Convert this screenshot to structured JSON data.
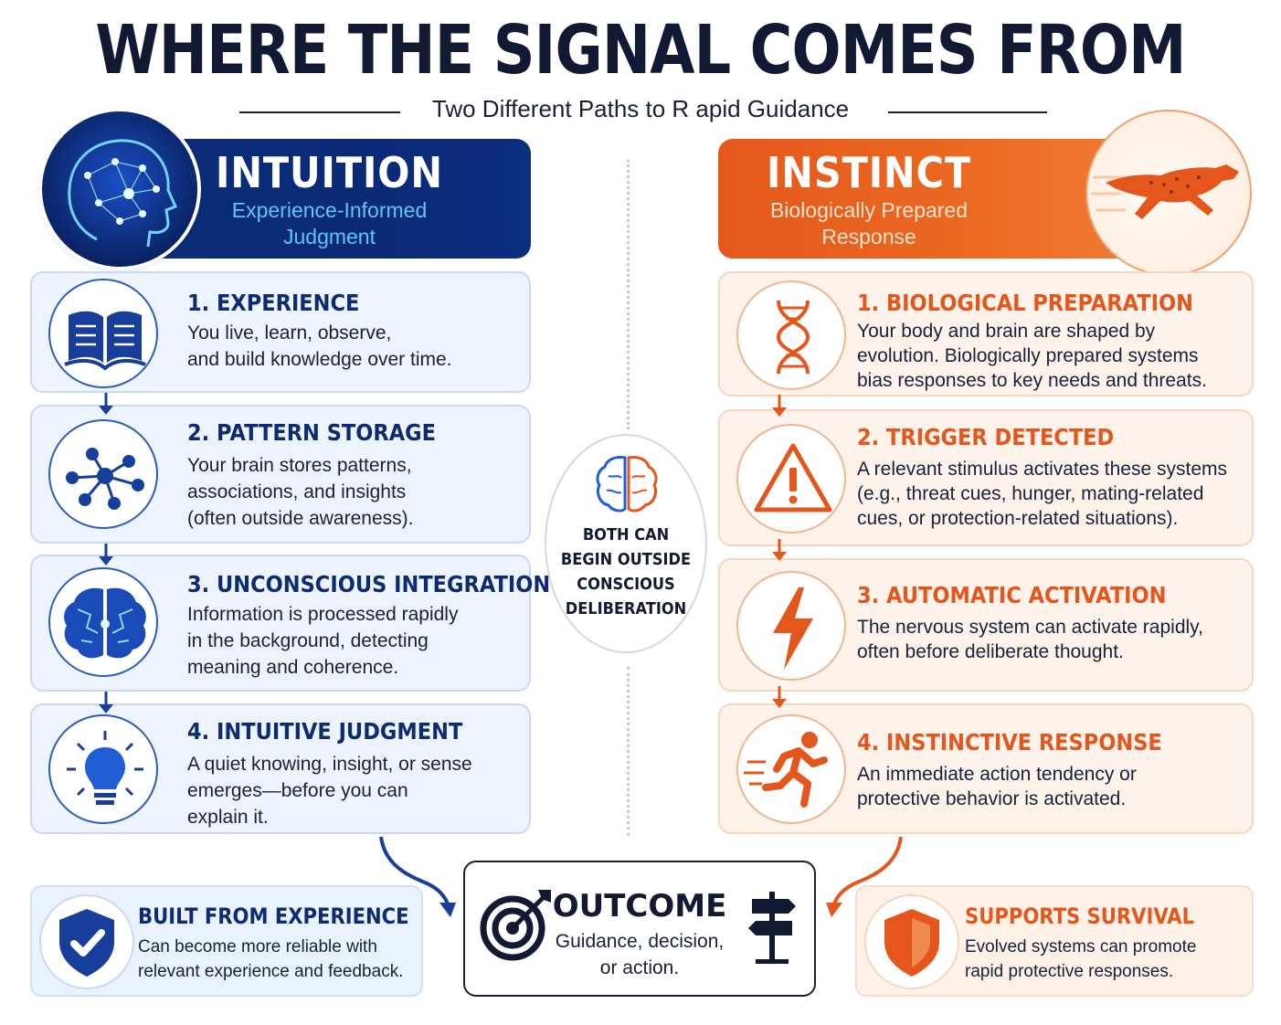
{
  "title": "WHERE THE SIGNAL COMES FROM",
  "subtitle": "Two Different Paths to R  apid Guidance",
  "intuition": {
    "title": "INTUITION",
    "subtitle": "Experience-Informed\nJudgment",
    "steps": [
      {
        "title": "1. EXPERIENCE",
        "text": "You live, learn, observe,\nand build knowledge over time.",
        "icon": "book-icon"
      },
      {
        "title": "2. PATTERN STORAGE",
        "text": "Your brain stores patterns,\nassociations, and insights\n(often outside awareness).",
        "icon": "network-icon"
      },
      {
        "title": "3. UNCONSCIOUS INTEGRATION",
        "text": "Information is processed rapidly\nin the background, detecting\nmeaning and coherence.",
        "icon": "brain-icon"
      },
      {
        "title": "4. INTUITIVE JUDGMENT",
        "text": "A quiet knowing, insight, or sense\nemerges—before you can\nexplain it.",
        "icon": "lightbulb-icon"
      }
    ],
    "bottom": {
      "title": "BUILT FROM EXPERIENCE",
      "text": "Can become more reliable with\nrelevant experience and feedback.",
      "icon": "shield-check-icon"
    }
  },
  "instinct": {
    "title": "INSTINCT",
    "subtitle": "Biologically Prepared\nResponse",
    "steps": [
      {
        "title": "1. BIOLOGICAL PREPARATION",
        "text": "Your body and brain are shaped by\nevolution. Biologically prepared systems\nbias responses to key needs and threats.",
        "icon": "dna-icon"
      },
      {
        "title": "2. TRIGGER DETECTED",
        "text": "A relevant stimulus activates these systems\n(e.g., threat cues, hunger, mating-related\ncues, or protection-related situations).",
        "icon": "warning-icon"
      },
      {
        "title": "3. AUTOMATIC ACTIVATION",
        "text": "The nervous system can activate rapidly,\noften before deliberate thought.",
        "icon": "lightning-icon"
      },
      {
        "title": "4. INSTINCTIVE RESPONSE",
        "text": "An immediate action tendency or\nprotective behavior is activated.",
        "icon": "running-person-icon"
      }
    ],
    "bottom": {
      "title": "SUPPORTS SURVIVAL",
      "text": "Evolved systems can promote\nrapid protective responses.",
      "icon": "shield-icon"
    }
  },
  "center": {
    "text": "BOTH CAN\nBEGIN OUTSIDE\nCONSCIOUS\nDELIBERATION",
    "icon": "split-brain-icon"
  },
  "outcome": {
    "title": "OUTCOME",
    "text": "Guidance, decision,\nor action.",
    "icons": [
      "target-icon",
      "signpost-icon"
    ]
  },
  "colors": {
    "navy": "#0b2d7a",
    "orange": "#e4581b",
    "cyan": "#5ec6f2"
  }
}
